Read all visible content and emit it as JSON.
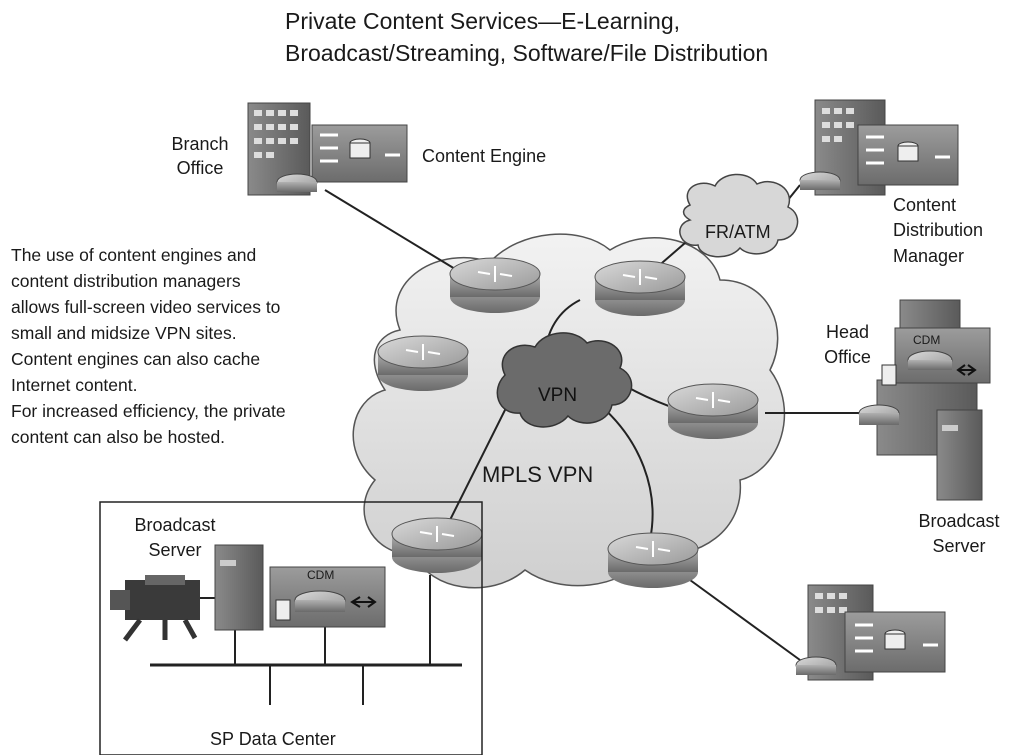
{
  "title": {
    "line1": "Private Content Services—E-Learning,",
    "line2": "Broadcast/Streaming, Software/File Distribution"
  },
  "labels": {
    "branch_office_1": "Branch",
    "branch_office_2": "Office",
    "content_engine": "Content Engine",
    "fr_atm": "FR/ATM",
    "cdm_1": "Content",
    "cdm_2": "Distribution",
    "cdm_3": "Manager",
    "head_office_1": "Head",
    "head_office_2": "Office",
    "cdm_tag_head": "CDM",
    "broadcast_server_right_1": "Broadcast",
    "broadcast_server_right_2": "Server",
    "vpn": "VPN",
    "mpls_vpn": "MPLS VPN",
    "broadcast_server_left_1": "Broadcast",
    "broadcast_server_left_2": "Server",
    "cdm_tag_dc": "CDM",
    "sp_data_center": "SP Data Center"
  },
  "description": {
    "lines": [
      "The use of content engines and",
      "content distribution managers",
      "allows full-screen video services to",
      "small and midsize VPN sites.",
      "Content engines can also cache",
      "Internet content.",
      "For increased efficiency, the private",
      "content can also be hosted."
    ]
  }
}
